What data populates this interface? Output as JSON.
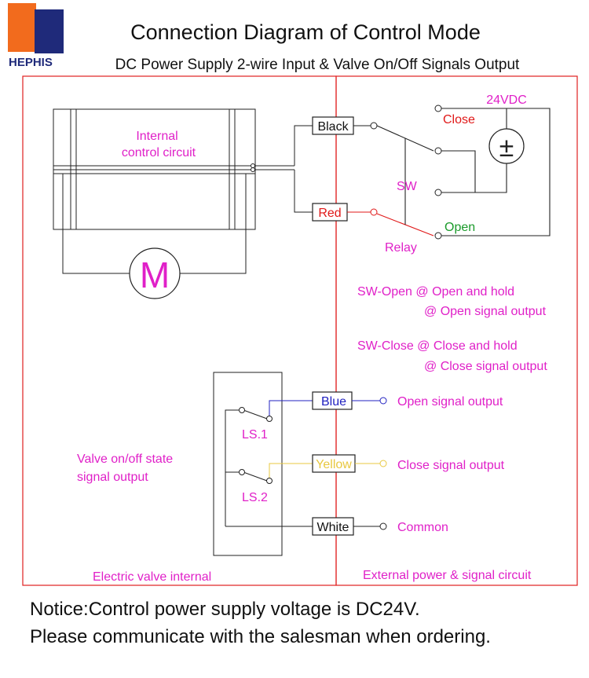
{
  "brand": {
    "name": "HEPHIS",
    "logo_colors": [
      "#f26b1d",
      "#1f2a7a"
    ]
  },
  "header": {
    "title": "Connection Diagram of Control Mode",
    "subtitle": "DC Power Supply 2-wire Input & Valve On/Off Signals Output"
  },
  "internal": {
    "circuit_line1": "Internal",
    "circuit_line2": "control circuit",
    "motor": "M",
    "ls1": "LS.1",
    "ls2": "LS.2",
    "state_line1": "Valve on/off state",
    "state_line2": "signal output",
    "region": "Electric valve internal"
  },
  "wires": {
    "black": "Black",
    "red": "Red",
    "blue": "Blue",
    "yellow": "Yellow",
    "white": "White"
  },
  "external": {
    "supply": "24VDC",
    "supply_symbol": "±",
    "close": "Close",
    "open": "Open",
    "sw": "SW",
    "relay": "Relay",
    "sw_open_1": "SW-Open @ Open and hold",
    "sw_open_2": "@ Open signal output",
    "sw_close_1": "SW-Close @ Close and hold",
    "sw_close_2": "@ Close signal output",
    "open_signal": "Open signal output",
    "close_signal": "Close signal output",
    "common": "Common",
    "region": "External power & signal circuit"
  },
  "notice": {
    "line1": "Notice:Control power supply voltage is DC24V.",
    "line2": "Please communicate with the salesman when ordering."
  },
  "colors": {
    "magenta": "#e020c8",
    "red": "#e01818",
    "green": "#1a9a2a",
    "blue": "#2020c0",
    "yellow": "#e8c840",
    "border_red": "#e02020"
  }
}
